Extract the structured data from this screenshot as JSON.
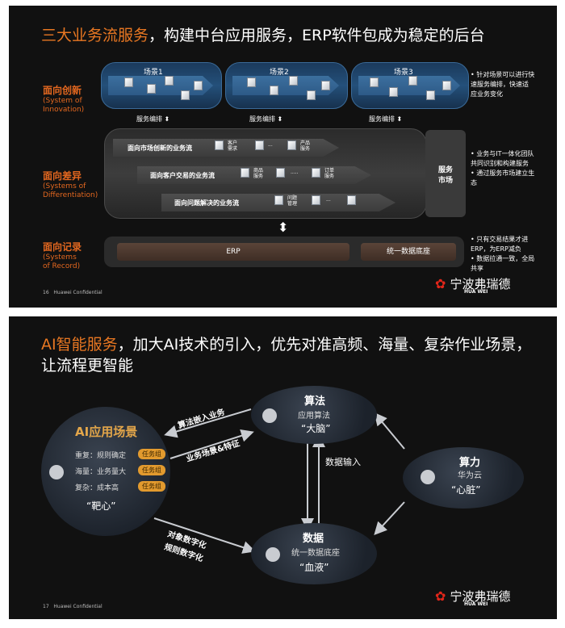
{
  "slide1": {
    "title_highlight": "三大业务流服务",
    "title_rest": "，构建中台应用服务，ERP软件包成为稳定的后台",
    "levels": [
      {
        "zh": "面向创新",
        "en1": "(System of",
        "en2": "Innovation)"
      },
      {
        "zh": "面向差异",
        "en1": "(Systems of",
        "en2": "Differentiation)"
      },
      {
        "zh": "面向记录",
        "en1": "(Systems",
        "en2": "of Record)"
      }
    ],
    "scenes": [
      "场景1",
      "场景2",
      "场景3"
    ],
    "orchestration": [
      "服务编排",
      "服务编排",
      "服务编排"
    ],
    "notes_top": [
      "• 针对场景可以进行快",
      "速服务编排，快速适",
      "应业务变化"
    ],
    "notes_mid": [
      "• 业务与IT一体化团队",
      "共同识别和构建服务",
      "• 通过服务市场建立生",
      "态"
    ],
    "notes_bot": [
      "• 只有交易结果才进",
      "ERP，为ERP减负",
      "• 数据拉通一致，全局",
      "共享"
    ],
    "flows": [
      "面向市场创新的业务流",
      "面向客户交易的业务流",
      "面向问题解决的业务流"
    ],
    "flow1_items": [
      "客户",
      "需求",
      "···",
      "产品",
      "服务"
    ],
    "flow2_items": [
      "商品",
      "服务",
      "·····",
      "订单",
      "服务"
    ],
    "flow3_items": [
      "问题",
      "管理",
      "···"
    ],
    "market": [
      "服务",
      "市场"
    ],
    "erp": "ERP",
    "data_base": "统一数据底座",
    "page_no": "16",
    "confidential": "Huawei Confidential",
    "watermark": "宁波弗瑞德",
    "watermark_sub": "HUA WEI"
  },
  "slide2": {
    "title_highlight": "AI智能服务",
    "title_line1_rest": "，加大AI技术的引入，优先对准高频、海量、复杂作业场景，",
    "title_line2": "让流程更智能",
    "ai_title": "AI应用场景",
    "ai_rows": [
      {
        "text": "重复：规则确定",
        "tag": "任务组"
      },
      {
        "text": "海量：业务量大",
        "tag": "任务组"
      },
      {
        "text": "复杂：成本高",
        "tag": "任务组"
      }
    ],
    "ai_target": "“靶心”",
    "algo": {
      "title": "算法",
      "sub": "应用算法",
      "quote": "“大脑”"
    },
    "compute": {
      "title": "算力",
      "sub": "华为云",
      "quote": "“心脏”"
    },
    "data": {
      "title": "数据",
      "sub": "统一数据底座",
      "quote": "“血液”"
    },
    "edge_embed": "算法嵌入业务",
    "edge_scene": "业务场景&特征",
    "edge_input": "数据输入",
    "edge_digit1": "对象数字化",
    "edge_digit2": "规则数字化",
    "page_no": "17",
    "confidential": "Huawei Confidential",
    "watermark": "宁波弗瑞德",
    "watermark_sub": "HUA WEI"
  }
}
